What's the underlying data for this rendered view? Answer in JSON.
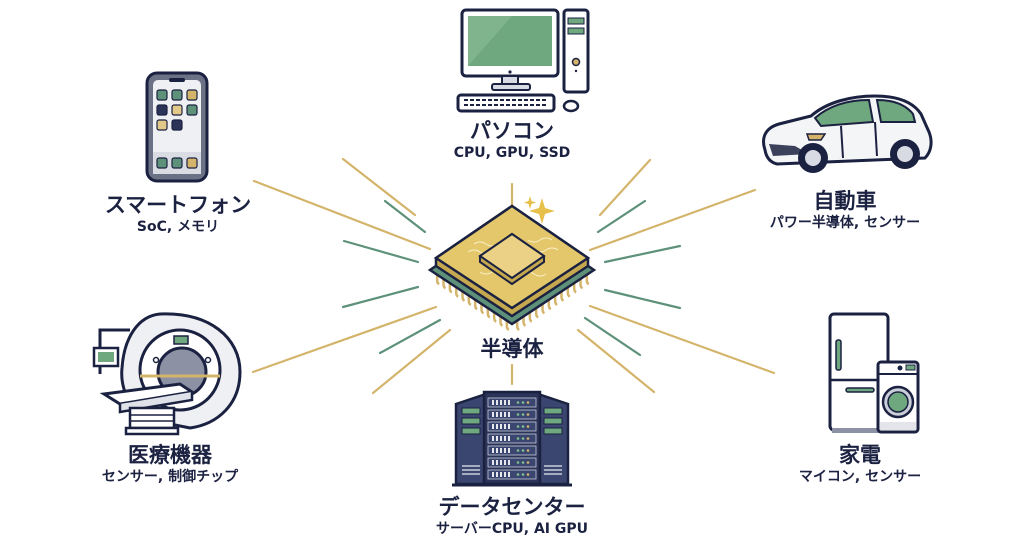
{
  "center": {
    "label": "半導体",
    "icon": "semiconductor-chip-icon"
  },
  "applications": [
    {
      "id": "pc",
      "title": "パソコン",
      "subtitle": "CPU, GPU, SSD",
      "icon": "desktop-computer-icon"
    },
    {
      "id": "smartphone",
      "title": "スマートフォン",
      "subtitle": "SoC, メモリ",
      "icon": "smartphone-icon"
    },
    {
      "id": "automobile",
      "title": "自動車",
      "subtitle": "パワー半導体, センサー",
      "icon": "car-icon"
    },
    {
      "id": "medical",
      "title": "医療機器",
      "subtitle": "センサー, 制御チップ",
      "icon": "mri-scanner-icon"
    },
    {
      "id": "datacenter",
      "title": "データセンター",
      "subtitle": "サーバーCPU, AI GPU",
      "icon": "server-rack-icon"
    },
    {
      "id": "appliances",
      "title": "家電",
      "subtitle": "マイコン, センサー",
      "icon": "fridge-washer-icon"
    }
  ],
  "colors": {
    "navy": "#1b2140",
    "gold": "#d4b46a",
    "green": "#5e917a",
    "screen_green": "#6fa77f",
    "background": "#ffffff"
  }
}
